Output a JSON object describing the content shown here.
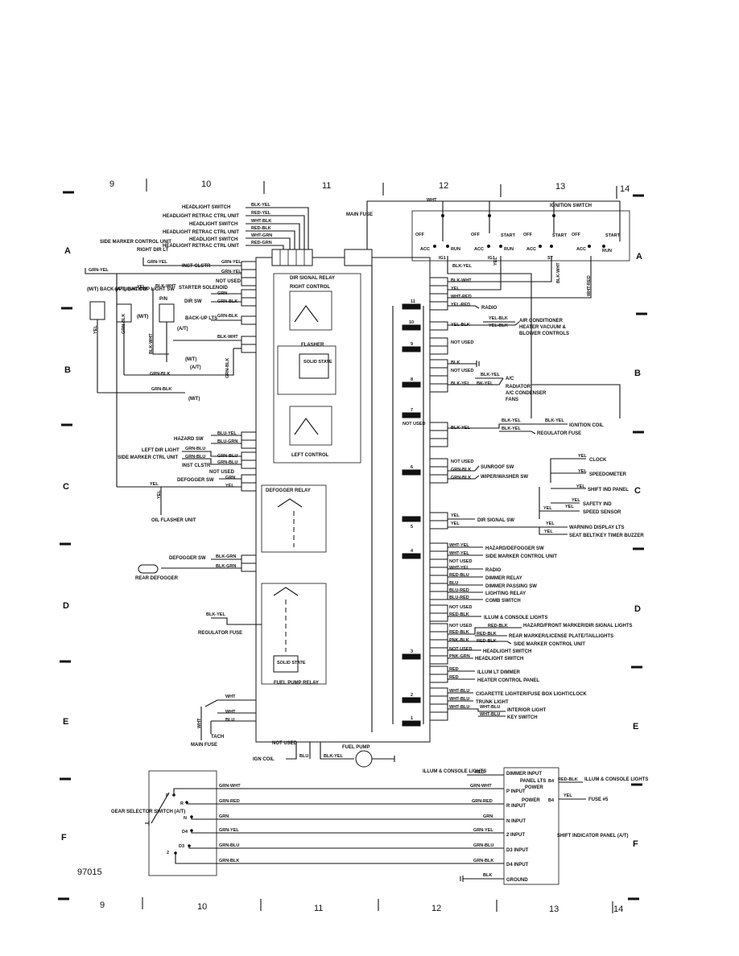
{
  "grid": {
    "columns": [
      "9",
      "10",
      "11",
      "12",
      "13",
      "14"
    ],
    "rows": [
      "A",
      "B",
      "C",
      "D",
      "E",
      "F"
    ]
  },
  "doc_number": "97015",
  "top_inputs": {
    "labels": [
      "HEADLIGHT SWITCH",
      "HEADLIGHT RETRAC CTRL UNIT",
      "HEADLIGHT SWITCH",
      "HEADLIGHT RETRAC CTRL UNIT",
      "HEADLIGHT SWITCH",
      "HEADLIGHT RETRAC CTRL UNIT"
    ],
    "wires": [
      "BLK-YEL",
      "RED-YEL",
      "WHT-BLK",
      "RED-BLK",
      "WHT-GRN",
      "RED-GRN"
    ]
  },
  "left": {
    "side_marker": "SIDE MARKER CONTROL UNIT",
    "right_dir": "RIGHT DIR LT",
    "inst_clstr": "INST CLSTR",
    "not_used": "NOT USED",
    "starter_solenoid": "STARTER SOLENOID",
    "dir_sw": "DIR SW",
    "back_up_lts": "BACK-UP LTS",
    "mt_backup": "(M/T) BACK-UP LIGHT SW",
    "at_backup": "(A/T) BACK-UP LIGHT SW",
    "pn": "P/N",
    "mt": "(M/T)",
    "at": "(A/T)",
    "hazard_sw": "HAZARD SW",
    "left_dir_light": "LEFT DIR LIGHT",
    "side_marker_ctrl": "SIDE MARKER CTRL UNIT",
    "inst_clstr2": "INST CLSTR",
    "not_used2": "NOT USED",
    "defogger_sw": "DEFOGGER SW",
    "oil_flasher": "OIL FLASHER UNIT",
    "rear_defogger": "REAR DEFOGGER",
    "defogger_sw2": "DEFOGGER SW",
    "regulator_fuse": "REGULATOR FUSE",
    "main_fuse": "MAIN FUSE",
    "tach": "TACH",
    "ign_coil": "IGN COIL",
    "not_used3": "NOT USED",
    "fuel_pump": "FUEL PUMP"
  },
  "left_wires": {
    "grn_yel": "GRN-YEL",
    "blk_wht": "BLK-WHT",
    "grn": "GRN",
    "grn_blk": "GRN-BLK",
    "wht": "WHT",
    "yel": "YEL",
    "blu_yel": "BLU-YEL",
    "blu_grn": "BLU-GRN",
    "grn_blu": "GRN-BLU",
    "blk_grn": "BLK-GRN",
    "blk_yel": "BLK-YEL",
    "blu": "BLU",
    "red_blk": "RED-BLK",
    "wht_blk": "WHT-BLK"
  },
  "relays": {
    "dir_signal": "DIR SIGNAL RELAY",
    "right_control": "RIGHT CONTROL",
    "flasher": "FLASHER",
    "solid_state": "SOLID STATE",
    "left_control": "LEFT CONTROL",
    "defogger": "DEFOGGER RELAY",
    "fuel_pump": "FUEL PUMP RELAY"
  },
  "ignition": {
    "title": "IGNITION SWITCH",
    "main_fuse": "MAIN FUSE",
    "wht": "WHT",
    "positions": [
      "OFF",
      "ACC",
      "RUN",
      "START"
    ],
    "ig1": "IG1",
    "st": "ST",
    "blk_yel": "BLK-YEL",
    "yel": "YEL",
    "blk_wht": "BLK-WHT",
    "wht_red": "WHT-RED"
  },
  "fuse_box_right": [
    {
      "wire": "BLK-WHT",
      "dest": ""
    },
    {
      "wire": "YEL",
      "dest": ""
    },
    {
      "wire": "WHT-RED",
      "dest": ""
    },
    {
      "wire": "YEL-RED",
      "dest": "RADIO"
    },
    {
      "wire": "YEL-BLK",
      "dest": "AIR CONDITIONER / HEATER VACUUM & BLOWER CONTROLS"
    },
    {
      "wire": "NOT USED",
      "dest": ""
    },
    {
      "wire": "BLK",
      "dest": ""
    },
    {
      "wire": "BLK-YEL",
      "dest": "A/C RADIATOR A/C CONDENSER FANS"
    },
    {
      "wire": "BLK-YEL",
      "dest": "IGNITION COIL / REGULATOR FUSE"
    },
    {
      "wire": "GRN-BLK",
      "dest": "SUNROOF SW"
    },
    {
      "wire": "GRN-BLK",
      "dest": "WIPER/WASHER SW"
    },
    {
      "wire": "YEL",
      "dest": "DIR SIGNAL SW"
    }
  ],
  "right_dests": {
    "radio": "RADIO",
    "air_cond": "AIR CONDITIONER",
    "heater": "HEATER VACUUM &",
    "blower": "BLOWER CONTROLS",
    "not_used": "NOT USED",
    "a_c": "A/C",
    "radiator": "RADIATOR",
    "ac_cond": "A/C CONDENSER",
    "fans": "FANS",
    "ignition_coil": "IGNITION COIL",
    "regulator_fuse": "REGULATOR FUSE",
    "clock": "CLOCK",
    "speedometer": "SPEEDOMETER",
    "shift_ind": "SHIFT IND PANEL",
    "safety_ind": "SAFETY IND",
    "speed_sensor": "SPEED SENSOR",
    "warning": "WARNING DISPLAY LTS",
    "seat_belt": "SEAT BELT/KEY TIMER BUZZER",
    "sunroof": "SUNROOF SW",
    "wiper": "WIPER/WASHER SW",
    "dir_signal": "DIR SIGNAL SW",
    "hazard": "HAZARD/DEFOGGER SW",
    "side_marker": "SIDE MARKER CONTROL UNIT",
    "radio2": "RADIO",
    "dimmer_relay": "DIMMER RELAY",
    "dimmer_passing": "DIMMER PASSING SW",
    "lighting_relay": "LIGHTING RELAY",
    "comb_switch": "COMB SWITCH",
    "illum_console": "ILLUM & CONSOLE LIGHTS",
    "hazard_front": "HAZARD/FRONT MARKER/DIR SIGNAL LIGHTS",
    "rear_marker": "REAR MARKER/LICENSE PLATE/TAILLIGHTS",
    "side_marker2": "SIDE MARKER CONTROL UNIT",
    "headlight_sw": "HEADLIGHT SWITCH",
    "headlight_sw2": "HEADLIGHT SWITCH",
    "illum_dimmer": "ILLUM LT DIMMER",
    "heater_panel": "HEATER CONTROL PANEL",
    "cigarette": "CIGARETTE LIGHTER/FUSE BOX LIGHT/CLOCK",
    "trunk": "TRUNK LIGHT",
    "interior": "INTERIOR LIGHT",
    "key_switch": "KEY SWITCH"
  },
  "right_wires": {
    "wht_yel": "WHT-YEL",
    "not_used": "NOT USED",
    "red_blu": "RED-BLU",
    "blu": "BLU",
    "blu_red": "BLU-RED",
    "red_blk": "RED-BLK",
    "pnk_blk": "PNK-BLK",
    "pnk_grn": "PNK-GRN",
    "red": "RED",
    "wht_blu": "WHT-BLU",
    "yel": "YEL",
    "yel_blk": "YEL-BLK",
    "bk_yel": "BK-YEL",
    "grn_blk": "GRN-BLK",
    "yel_red": "YEL-RED"
  },
  "fuse_numbers": [
    "11",
    "10",
    "9",
    "8",
    "7",
    "6",
    "5",
    "4",
    "3",
    "2",
    "1"
  ],
  "shift_panel": {
    "gear_selector": "GEAR SELECTOR SWITCH (A/T)",
    "positions": [
      "P",
      "R",
      "N",
      "D4",
      "D3",
      "2"
    ],
    "wires": [
      "GRN-WHT",
      "GRN-RED",
      "GRN",
      "GRN-YEL",
      "GRN-BLU",
      "GRN-BLK"
    ],
    "inputs": [
      "P INPUT",
      "R INPUT",
      "N INPUT",
      "2 INPUT",
      "D3 INPUT",
      "D4 INPUT"
    ],
    "dimmer_input": "DIMMER INPUT",
    "panel_lts": "PANEL LTS",
    "power": "POWER",
    "ground": "GROUND",
    "illum_console": "ILLUM & CONSOLE LIGHTS",
    "red": "RED",
    "red_blk": "RED-BLK",
    "yel": "YEL",
    "blk": "BLK",
    "fuse5": "FUSE #5",
    "b4": "B4",
    "panel_title": "SHIFT INDICATOR PANEL (A/T)"
  }
}
